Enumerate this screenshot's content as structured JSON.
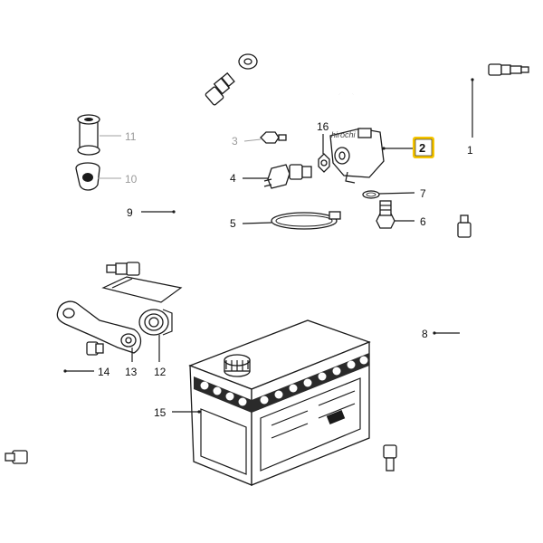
{
  "diagram": {
    "watermark": "hirochi",
    "highlight_color": "#f5c400",
    "callouts": [
      {
        "id": "1",
        "label": "1",
        "muted": false,
        "highlight": false
      },
      {
        "id": "2",
        "label": "2",
        "muted": false,
        "highlight": true
      },
      {
        "id": "3",
        "label": "3",
        "muted": true,
        "highlight": false
      },
      {
        "id": "4",
        "label": "4",
        "muted": false,
        "highlight": false
      },
      {
        "id": "5",
        "label": "5",
        "muted": false,
        "highlight": false
      },
      {
        "id": "6",
        "label": "6",
        "muted": false,
        "highlight": false
      },
      {
        "id": "7",
        "label": "7",
        "muted": false,
        "highlight": false
      },
      {
        "id": "8",
        "label": "8",
        "muted": false,
        "highlight": false
      },
      {
        "id": "9",
        "label": "9",
        "muted": false,
        "highlight": false
      },
      {
        "id": "10",
        "label": "10",
        "muted": true,
        "highlight": false
      },
      {
        "id": "11",
        "label": "11",
        "muted": true,
        "highlight": false
      },
      {
        "id": "12",
        "label": "12",
        "muted": false,
        "highlight": false
      },
      {
        "id": "13",
        "label": "13",
        "muted": false,
        "highlight": false
      },
      {
        "id": "14",
        "label": "14",
        "muted": false,
        "highlight": false
      },
      {
        "id": "15",
        "label": "15",
        "muted": false,
        "highlight": false
      },
      {
        "id": "16",
        "label": "16",
        "muted": false,
        "highlight": false
      }
    ]
  }
}
